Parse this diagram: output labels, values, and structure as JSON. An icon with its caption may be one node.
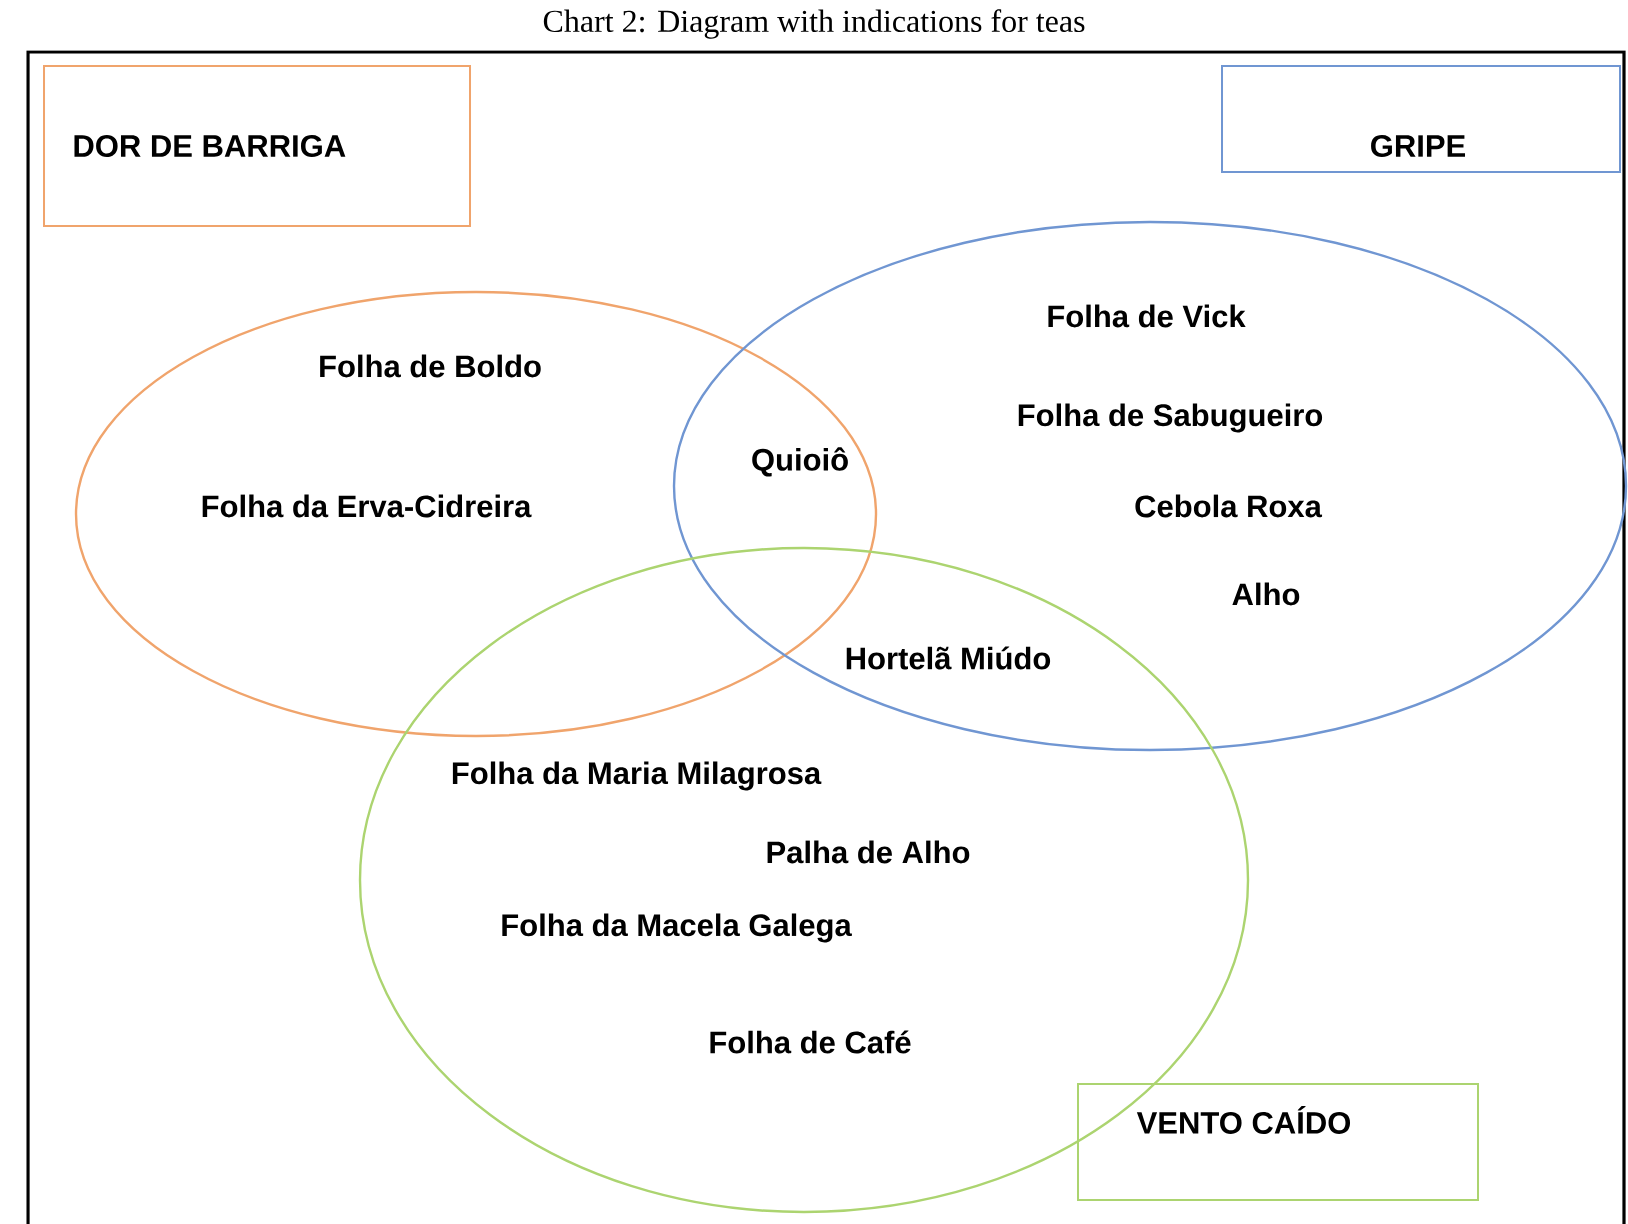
{
  "diagram": {
    "title": "Chart 2: Diagram with indications for teas",
    "nodes": [
      {
        "text": [
          "DOR DE BARRIGA"
        ]
      },
      {
        "text": [
          "GRIPE"
        ]
      },
      {
        "text": [
          "Folha de Boldo",
          "Folha da Erva-Cidreira"
        ]
      },
      {
        "text": [
          "Folha de Vick",
          "Folha de Sabugueiro",
          "Cebola Roxa",
          "Alho"
        ]
      },
      {
        "text": [
          "Folha da Maria Milagrosa",
          "Palha de Alho",
          "Folha da Macela Galega",
          "Folha de Café"
        ]
      },
      {
        "text": [
          "VENTO CAÍDO"
        ]
      }
    ],
    "labels": [
      "Quioiô",
      "Hortelã Miúdo"
    ]
  }
}
